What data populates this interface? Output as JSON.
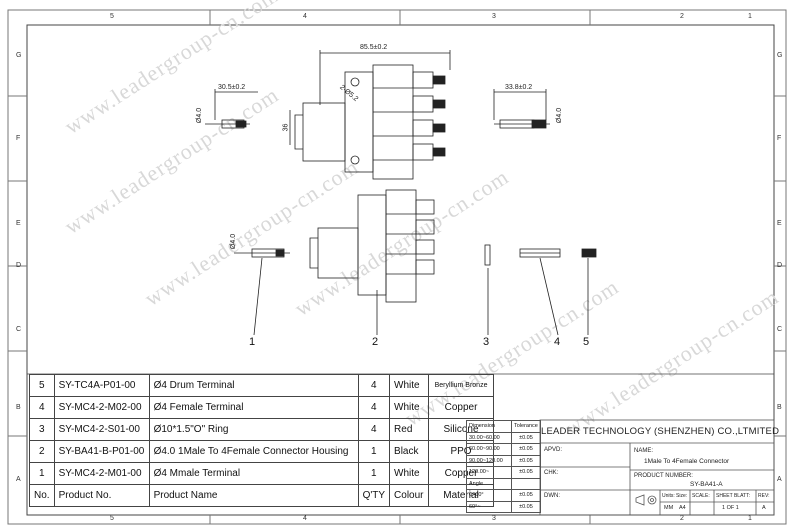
{
  "grid": {
    "top": [
      "5",
      "4",
      "3",
      "2",
      "1"
    ],
    "bottom": [
      "5",
      "4",
      "3",
      "2",
      "1"
    ],
    "side": [
      "G",
      "F",
      "E",
      "D",
      "C",
      "B",
      "A"
    ]
  },
  "watermark": "www.leadergroup-cn.com",
  "dimensions": {
    "overall_width": "85.5±0.2",
    "left_terminal_length": "30.5±0.2",
    "right_terminal_length": "33.8±0.2",
    "dia_left": "Ø4.0",
    "dia_right": "Ø4.0",
    "height": "36",
    "hole": "2-Ø5.2",
    "dia_bottom": "Ø4.0"
  },
  "callouts": [
    "1",
    "2",
    "3",
    "4",
    "5"
  ],
  "bom": {
    "rows": [
      {
        "no": "5",
        "part": "SY-TC4A-P01-00",
        "name": "Ø4 Drum Terminal",
        "qty": "4",
        "colour": "White",
        "material": "Beryllium Bronze"
      },
      {
        "no": "4",
        "part": "SY-MC4-2-M02-00",
        "name": "Ø4 Female Terminal",
        "qty": "4",
        "colour": "White",
        "material": "Copper"
      },
      {
        "no": "3",
        "part": "SY-MC4-2-S01-00",
        "name": "Ø10*1.5\"O\" Ring",
        "qty": "4",
        "colour": "Red",
        "material": "Silicone"
      },
      {
        "no": "2",
        "part": "SY-BA41-B-P01-00",
        "name": "Ø4.0  1Male To 4Female Connector Housing",
        "qty": "1",
        "colour": "Black",
        "material": "PPO"
      },
      {
        "no": "1",
        "part": "SY-MC4-2-M01-00",
        "name": "Ø4 Mmale Terminal",
        "qty": "1",
        "colour": "White",
        "material": "Copper"
      }
    ],
    "header": {
      "no": "No.",
      "part": "Product  No.",
      "name": "Product  Name",
      "qty": "Q'TY",
      "colour": "Colour",
      "material": "Material"
    }
  },
  "tolerance": {
    "header": [
      "Dimension",
      "Tolerance"
    ],
    "rows": [
      [
        "30.00~60.00",
        "±0.05"
      ],
      [
        "60.00~90.00",
        "±0.05"
      ],
      [
        "90.00~120.00",
        "±0.05"
      ],
      [
        "120.00~",
        "±0.05"
      ],
      [
        "Angle",
        ""
      ],
      [
        "0~60°",
        "±0.05"
      ],
      [
        "60°~",
        "±0.05"
      ]
    ]
  },
  "title_block": {
    "company": "LEADER  TECHNOLOGY  (SHENZHEN) CO.,LTMITED",
    "apvd": "APVD:",
    "chk": "CHK:",
    "dwn": "DWN:",
    "name_label": "NAME:",
    "name_value": "1Male To 4Female Connector",
    "product_number_label": "PRODUCT NUMBER:",
    "product_number": "SY-BA41-A",
    "units_label": "Units:",
    "units": "MM",
    "size_label": "Size:",
    "size": "A4",
    "scale_label": "SCALE:",
    "sheet_label": "SHEET BLATT:",
    "sheet": "1  OF  1",
    "rev_label": "REV:",
    "rev": "A"
  }
}
